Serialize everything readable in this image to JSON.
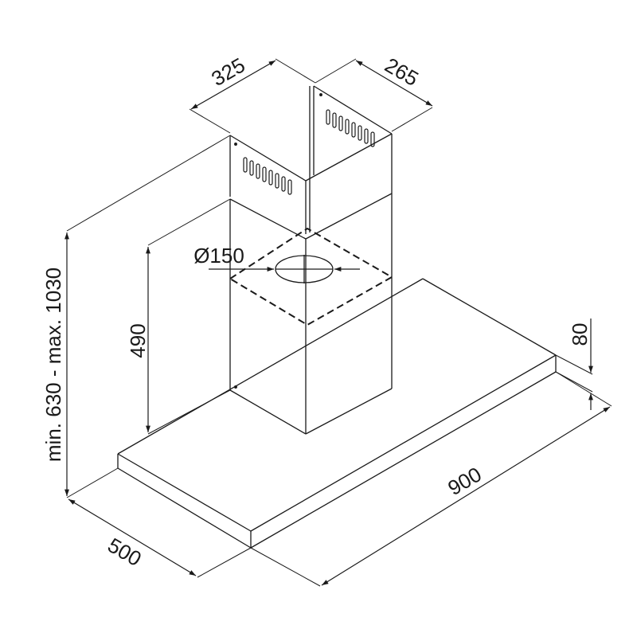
{
  "diagram": {
    "dimensions": {
      "chimney_depth": "325",
      "chimney_width": "265",
      "duct_diameter": "Ø150",
      "chimney_height": "490",
      "total_height": "min. 630 - max. 1030",
      "canopy_height": "80",
      "canopy_width": "900",
      "canopy_depth": "500"
    },
    "colors": {
      "line": "#1a1a1a",
      "background": "#ffffff"
    }
  }
}
